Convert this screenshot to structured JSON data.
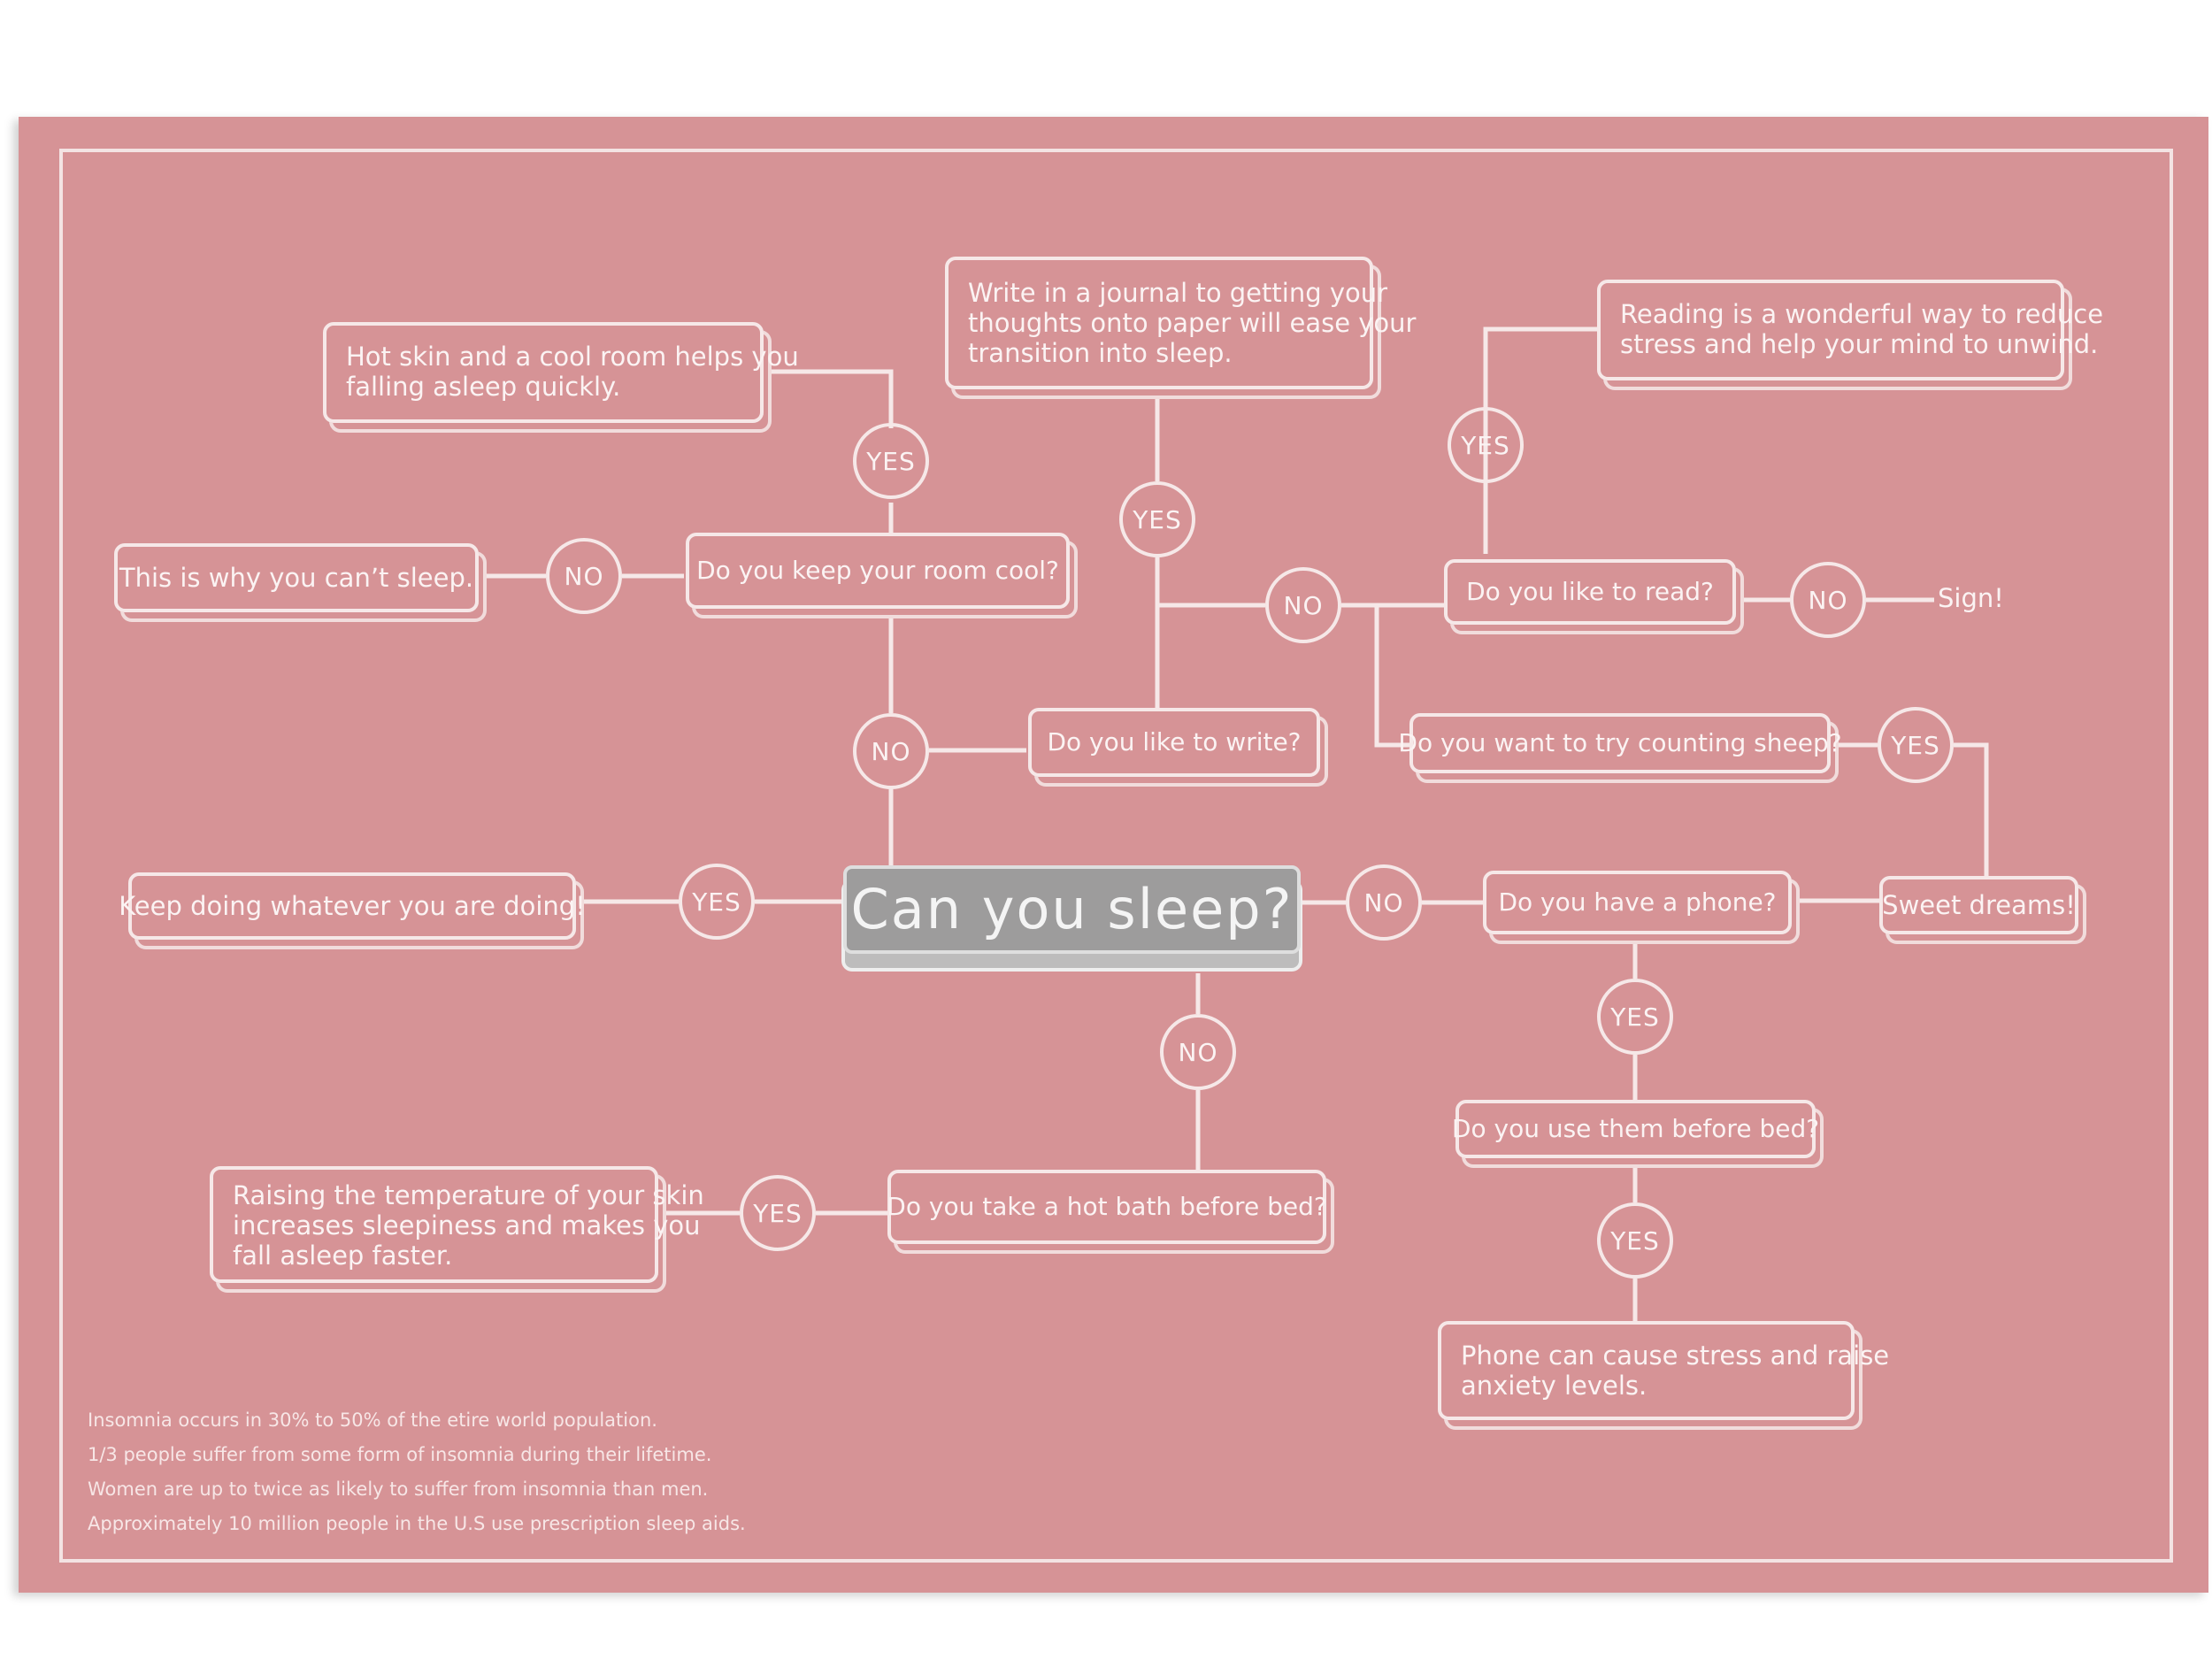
{
  "root": "Can you sleep?",
  "questions": {
    "room_cool": "Do you keep your room cool?",
    "like_write": "Do you like to write?",
    "like_read": "Do you like to read?",
    "counting_sheep": "Do you want to try counting sheep?",
    "have_phone": "Do you have a phone?",
    "use_before_bed": "Do you use them before bed?",
    "hot_bath": "Do you take a hot bath before bed?"
  },
  "notes": {
    "hot_skin": [
      "Hot skin and a cool room helps you",
      "falling asleep quickly."
    ],
    "journal": [
      "Write in a journal to getting your",
      "thoughts onto paper will ease your",
      "transition into sleep."
    ],
    "reading": [
      "Reading is a wonderful way to reduce",
      "stress and help your mind to unwind."
    ],
    "why_cant_sleep": "This is why you can’t sleep.",
    "keep_doing": "Keep doing whatever you are doing!",
    "sweet_dreams": "Sweet dreams!",
    "raise_temp": [
      "Raising the temperature of your skin",
      "increases sleepiness and makes you",
      "fall asleep faster."
    ],
    "phone_stress": [
      "Phone can cause stress and raise",
      "anxiety levels."
    ],
    "sign": "Sign!"
  },
  "labels": {
    "yes": "YES",
    "no": "NO"
  },
  "facts": [
    "Insomnia occurs in 30% to 50% of the etire world population.",
    "1/3 people suffer from some form of insomnia during their lifetime.",
    "Women are up to twice as likely to suffer from insomnia than men.",
    "Approximately 10 million people in the U.S use prescription sleep aids."
  ],
  "colors": {
    "poster": "#d69396",
    "line": "#f6e8e8",
    "root_fill": "#9d9c9c"
  }
}
